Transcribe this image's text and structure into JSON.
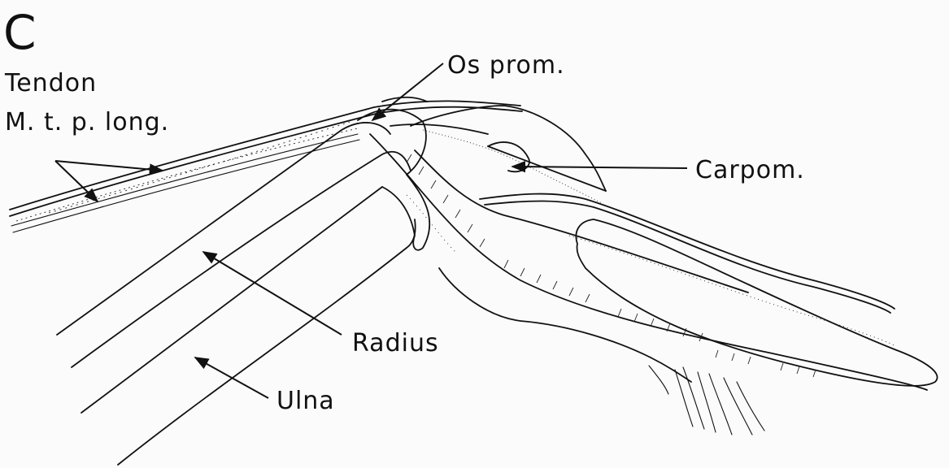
{
  "panel_letter": "C",
  "labels": {
    "os_prom": "Os prom.",
    "tendon_line1": "Tendon",
    "tendon_line2": "M. t. p. long.",
    "carpom": "Carpom.",
    "radius": "Radius",
    "ulna": "Ulna"
  },
  "colors": {
    "background": "#fbfbfb",
    "ink": "#111111"
  }
}
